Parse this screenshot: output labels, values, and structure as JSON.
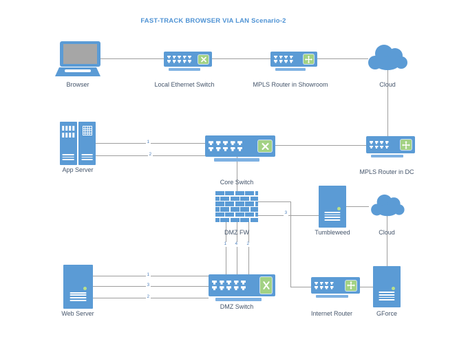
{
  "title": {
    "text": "FAST-TRACK BROWSER VIA LAN Scenario-2"
  },
  "colors": {
    "device_blue": "#5b9bd5",
    "device_blue_light": "#7eb1e2",
    "accent_green": "#a3d284",
    "screen_gray": "#a6a6a6",
    "connector_gray": "#9e9e9e",
    "title_blue": "#4f93d4",
    "label_slate": "#44546a",
    "edge_number_blue": "#4f81bd",
    "led_green": "#b9e08a"
  },
  "nodes": [
    {
      "id": "browser",
      "label": "Browser",
      "type": "laptop"
    },
    {
      "id": "local-ethernet-switch",
      "label": "Local Ethernet Switch",
      "type": "switch"
    },
    {
      "id": "mpls-router-showroom",
      "label": "MPLS Router in Showroom",
      "type": "router"
    },
    {
      "id": "cloud-top",
      "label": "Cloud",
      "type": "cloud"
    },
    {
      "id": "app-server",
      "label": "App Server",
      "type": "server-rack"
    },
    {
      "id": "core-switch",
      "label": "Core Switch",
      "type": "switch"
    },
    {
      "id": "mpls-router-dc",
      "label": "MPLS Router in DC",
      "type": "router"
    },
    {
      "id": "dmz-fw",
      "label": "DMZ FW",
      "type": "firewall"
    },
    {
      "id": "tumbleweed",
      "label": "Tumbleweed",
      "type": "server"
    },
    {
      "id": "cloud-right",
      "label": "Cloud",
      "type": "cloud"
    },
    {
      "id": "web-server",
      "label": "Web Server",
      "type": "server"
    },
    {
      "id": "dmz-switch",
      "label": "DMZ Switch",
      "type": "switch"
    },
    {
      "id": "internet-router",
      "label": "Internet Router",
      "type": "router"
    },
    {
      "id": "gforce",
      "label": "GForce",
      "type": "server"
    }
  ],
  "edge_labels": {
    "app_server_to_core_switch": [
      "1",
      "2"
    ],
    "dmz_fw_to_tumbleweed": "3",
    "dmz_fw_to_dmz_switch": [
      "1",
      "4",
      "2"
    ],
    "web_server_to_dmz_switch": [
      "1",
      "3",
      "2"
    ]
  }
}
